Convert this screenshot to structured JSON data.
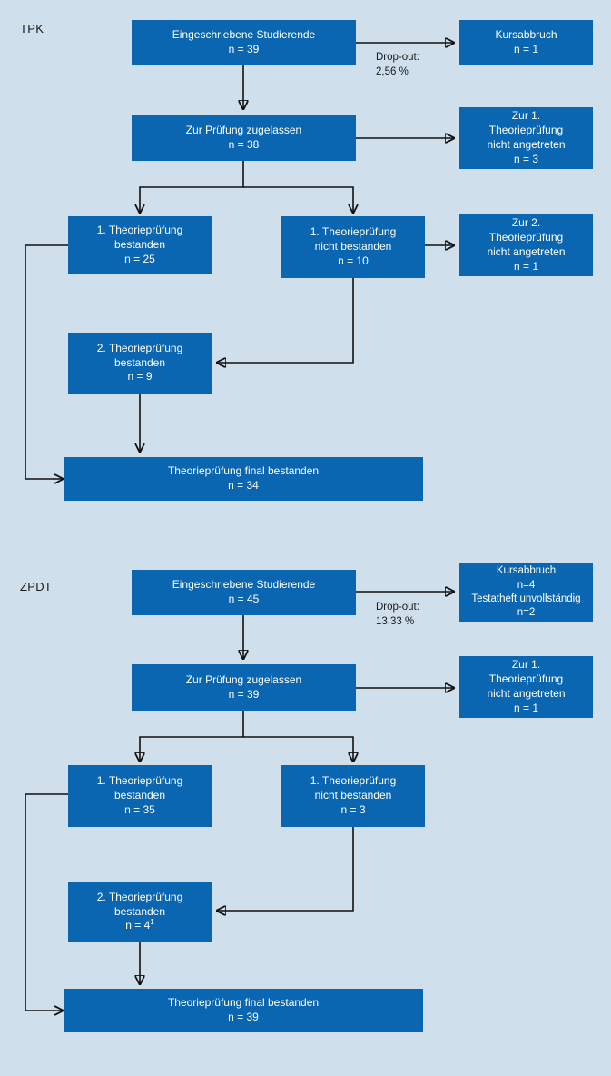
{
  "figure": {
    "background_color": "#cfdfeb",
    "node_color": "#0b66b1",
    "node_text_color": "#ffffff",
    "connector_color": "#111111"
  },
  "sections": [
    {
      "label": "TPK",
      "nodes": {
        "enrolled": {
          "line1": "Eingeschriebene Studierende",
          "line2": "n = 39"
        },
        "dropout_box": {
          "line1": "Kursabbruch",
          "line2": "n = 1"
        },
        "admitted": {
          "line1": "Zur Prüfung zugelassen",
          "line2": "n = 38"
        },
        "no_show_1": {
          "line1": "Zur 1.",
          "line2": "Theorieprüfung",
          "line3": "nicht angetreten",
          "line4": "n = 3"
        },
        "passed_1": {
          "line1": "1. Theorieprüfung",
          "line2": "bestanden",
          "line3": "n = 25"
        },
        "failed_1": {
          "line1": "1. Theorieprüfung",
          "line2": "nicht bestanden",
          "line3": "n = 10"
        },
        "no_show_2": {
          "line1": "Zur 2.",
          "line2": "Theorieprüfung",
          "line3": "nicht angetreten",
          "line4": "n = 1"
        },
        "passed_2": {
          "line1": "2. Theorieprüfung",
          "line2": "bestanden",
          "line3": "n = 9"
        },
        "final": {
          "line1": "Theorieprüfung final bestanden",
          "line2": "n = 34"
        }
      },
      "edge_labels": {
        "dropout": {
          "line1": "Drop-out:",
          "line2": "2,56 %"
        }
      }
    },
    {
      "label": "ZPDT",
      "nodes": {
        "enrolled": {
          "line1": "Eingeschriebene Studierende",
          "line2": "n = 45"
        },
        "dropout_box": {
          "line1": "Kursabbruch",
          "line2": "n=4",
          "line3": "Testatheft unvollständig",
          "line4": "n=2"
        },
        "admitted": {
          "line1": "Zur Prüfung zugelassen",
          "line2": "n = 39"
        },
        "no_show_1": {
          "line1": "Zur 1.",
          "line2": "Theorieprüfung",
          "line3": "nicht angetreten",
          "line4": "n = 1"
        },
        "passed_1": {
          "line1": "1. Theorieprüfung",
          "line2": "bestanden",
          "line3": "n = 35"
        },
        "failed_1": {
          "line1": "1. Theorieprüfung",
          "line2": "nicht bestanden",
          "line3": "n = 3"
        },
        "passed_2": {
          "line1": "2. Theorieprüfung",
          "line2": "bestanden",
          "line3": "n = 4",
          "footnote": "1"
        },
        "final": {
          "line1": "Theorieprüfung final bestanden",
          "line2": "n = 39"
        }
      },
      "edge_labels": {
        "dropout": {
          "line1": "Drop-out:",
          "line2": "13,33 %"
        }
      }
    }
  ]
}
